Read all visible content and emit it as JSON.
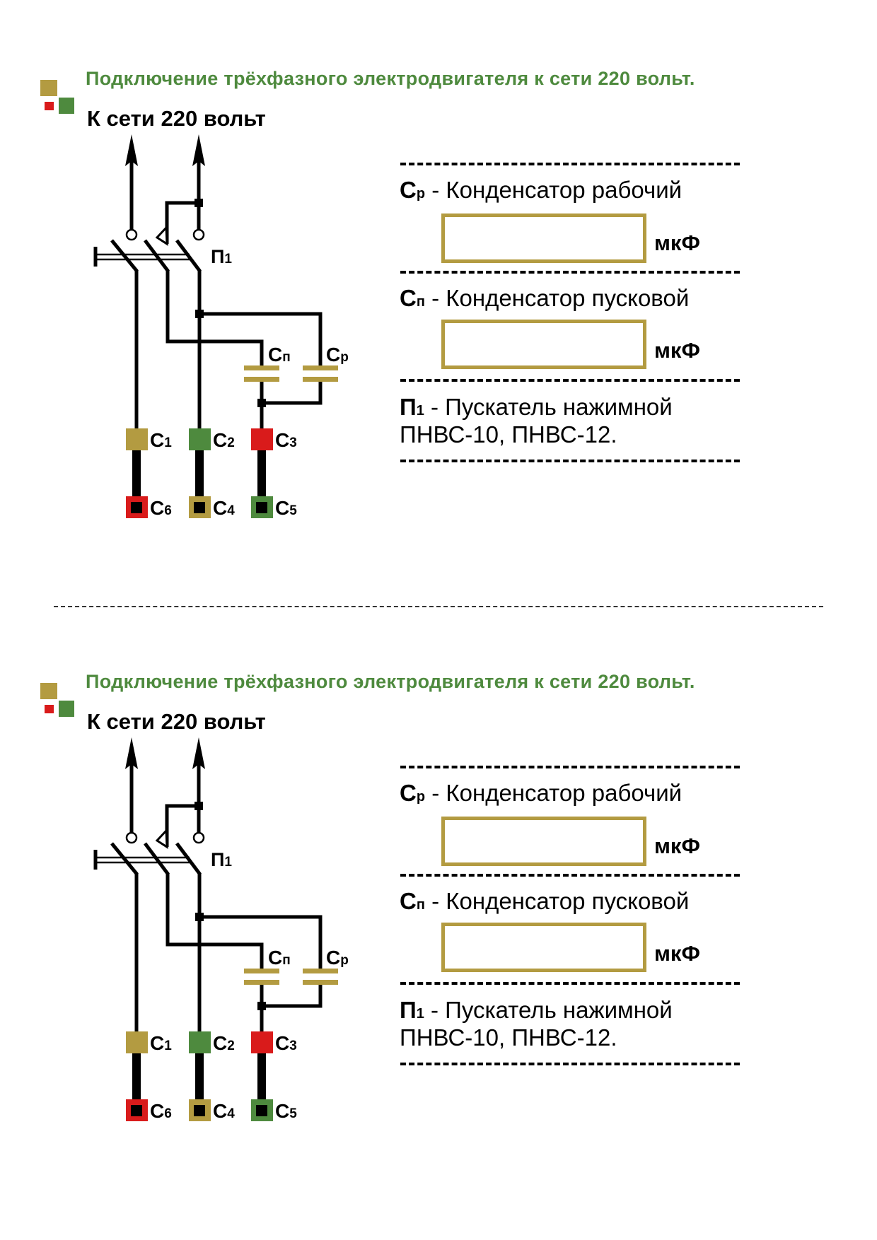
{
  "colors": {
    "title_green": "#4e8a3e",
    "gold": "#b39b41",
    "green": "#4e8a3e",
    "red": "#d91b1b",
    "wire": "#000000"
  },
  "sections": [
    {
      "title": "Подключение трёхфазного электродвигателя к сети 220 вольт.",
      "supply_label": "К сети 220 вольт",
      "switch_label": {
        "main": "П",
        "sub": "1"
      },
      "capacitor_labels": [
        {
          "main": "С",
          "sub": "п"
        },
        {
          "main": "С",
          "sub": "р"
        }
      ],
      "terminals_top": [
        {
          "main": "С",
          "sub": "1",
          "color": "gold"
        },
        {
          "main": "С",
          "sub": "2",
          "color": "green"
        },
        {
          "main": "С",
          "sub": "3",
          "color": "red"
        }
      ],
      "terminals_bottom": [
        {
          "main": "С",
          "sub": "6",
          "color": "red"
        },
        {
          "main": "С",
          "sub": "4",
          "color": "gold"
        },
        {
          "main": "С",
          "sub": "5",
          "color": "green"
        }
      ],
      "legend": {
        "working_cap": {
          "sym": "С",
          "sub": "р",
          "text": " - Конденсатор рабочий",
          "value": "",
          "unit": "мкФ"
        },
        "start_cap": {
          "sym": "С",
          "sub": "п",
          "text": " - Конденсатор пусковой",
          "value": "",
          "unit": "мкФ"
        },
        "starter": {
          "sym": "П",
          "sub": "1",
          "text": " - Пускатель нажимной",
          "models": "ПНВС-10, ПНВС-12."
        }
      }
    },
    {
      "title": "Подключение трёхфазного электродвигателя к сети 220 вольт.",
      "supply_label": "К сети 220 вольт",
      "switch_label": {
        "main": "П",
        "sub": "1"
      },
      "capacitor_labels": [
        {
          "main": "С",
          "sub": "п"
        },
        {
          "main": "С",
          "sub": "р"
        }
      ],
      "terminals_top": [
        {
          "main": "С",
          "sub": "1",
          "color": "gold"
        },
        {
          "main": "С",
          "sub": "2",
          "color": "green"
        },
        {
          "main": "С",
          "sub": "3",
          "color": "red"
        }
      ],
      "terminals_bottom": [
        {
          "main": "С",
          "sub": "6",
          "color": "red"
        },
        {
          "main": "С",
          "sub": "4",
          "color": "gold"
        },
        {
          "main": "С",
          "sub": "5",
          "color": "green"
        }
      ],
      "legend": {
        "working_cap": {
          "sym": "С",
          "sub": "р",
          "text": " - Конденсатор рабочий",
          "value": "",
          "unit": "мкФ"
        },
        "start_cap": {
          "sym": "С",
          "sub": "п",
          "text": " - Конденсатор пусковой",
          "value": "",
          "unit": "мкФ"
        },
        "starter": {
          "sym": "П",
          "sub": "1",
          "text": " - Пускатель нажимной",
          "models": "ПНВС-10, ПНВС-12."
        }
      }
    }
  ]
}
